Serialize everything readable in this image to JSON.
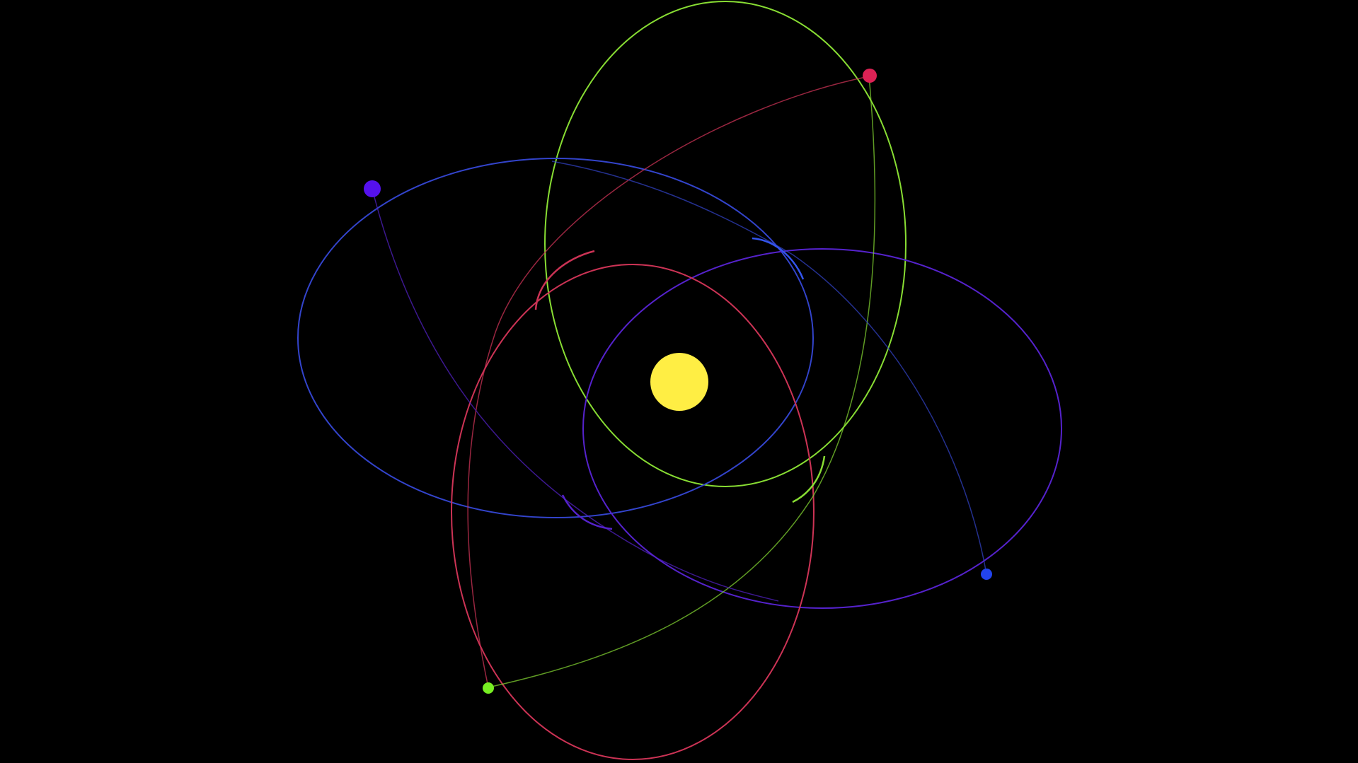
{
  "colors": {
    "background": "#000000",
    "sun": "#ffee44",
    "orbit_green": "#88dd33",
    "orbit_red": "#cc3355",
    "orbit_blue": "#3344cc",
    "orbit_violet": "#5522cc"
  },
  "bodies": [
    {
      "name": "sun",
      "color": "#ffee44"
    },
    {
      "name": "planet-red",
      "color": "#dd2255"
    },
    {
      "name": "planet-violet",
      "color": "#5511ee"
    },
    {
      "name": "planet-blue",
      "color": "#2244ee"
    },
    {
      "name": "planet-green",
      "color": "#77ee22"
    }
  ]
}
